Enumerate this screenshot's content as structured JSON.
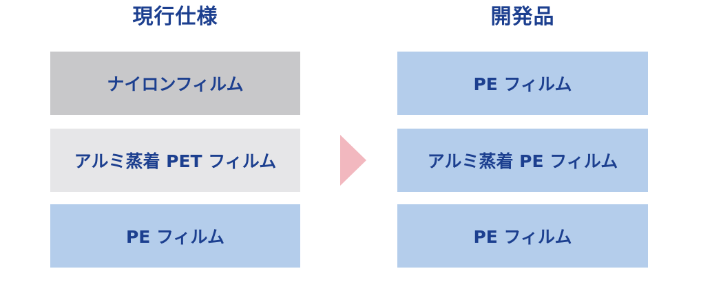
{
  "left_column": {
    "heading": "現行仕様",
    "layers": [
      {
        "label": "ナイロンフィルム",
        "color": "#c8c8ca"
      },
      {
        "label": "アルミ蒸着 PET フィルム",
        "color": "#e6e6e8"
      },
      {
        "label": "PE フィルム",
        "color": "#b4cdeb"
      }
    ]
  },
  "right_column": {
    "heading": "開発品",
    "layers": [
      {
        "label": "PE フィルム",
        "color": "#b4cdeb"
      },
      {
        "label": "アルミ蒸着 PE フィルム",
        "color": "#b4cdeb"
      },
      {
        "label": "PE フィルム",
        "color": "#b4cdeb"
      }
    ]
  },
  "arrow": {
    "icon": "triangle-arrow-right-icon",
    "color": "#f2b8bf"
  },
  "colors": {
    "text": "#1c3f8f"
  }
}
